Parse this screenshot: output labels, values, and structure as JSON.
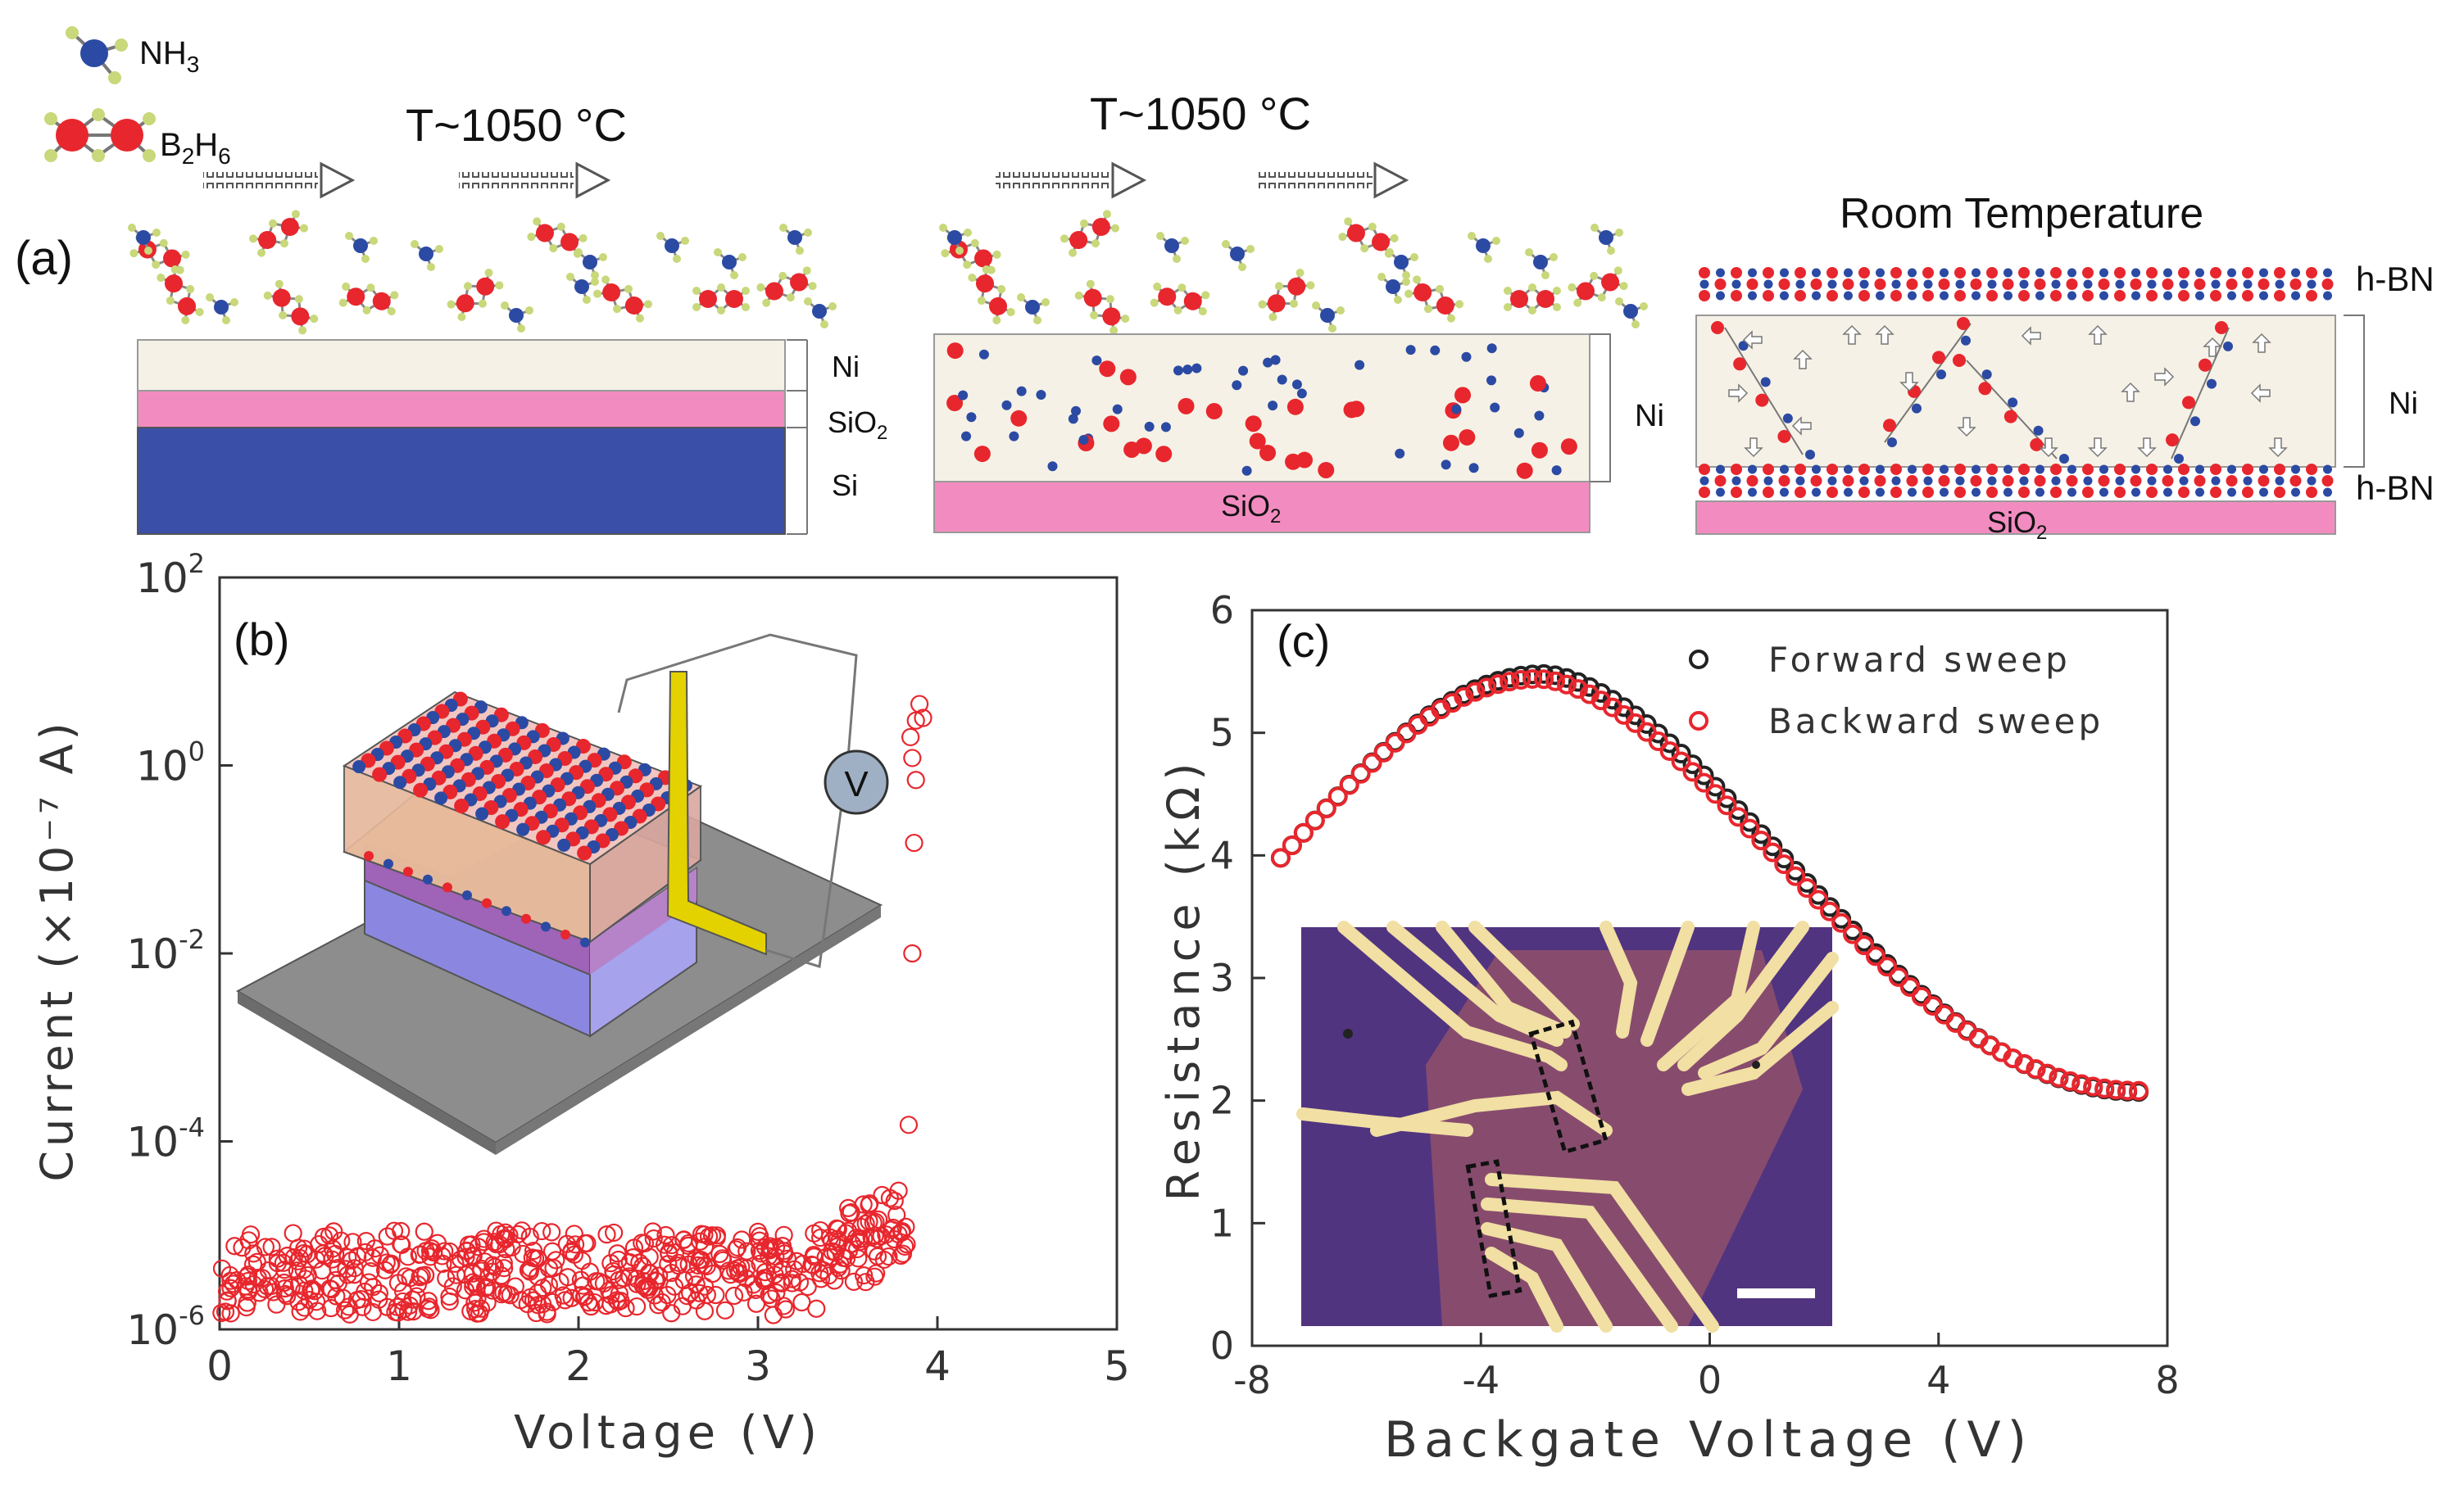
{
  "panel_a": {
    "label": "(a)",
    "legend": {
      "nh3_prefix": "NH",
      "nh3_sub": "3",
      "b2h6_prefix": "B",
      "b2h6_sub1": "2",
      "b2h6_mid": "H",
      "b2h6_sub2": "6"
    },
    "stage1": {
      "temp": "T~1050 °C",
      "layers": {
        "ni": "Ni",
        "sio2_prefix": "SiO",
        "sio2_sub": "2",
        "si": "Si"
      }
    },
    "stage2": {
      "temp": "T~1050 °C",
      "ni": "Ni",
      "sio2_prefix": "SiO",
      "sio2_sub": "2"
    },
    "stage3": {
      "title": "Room Temperature",
      "hbn_top": "h-BN",
      "hbn_bottom": "h-BN",
      "ni": "Ni",
      "sio2_prefix": "SiO",
      "sio2_sub": "2"
    },
    "colors": {
      "boron": "#e8262d",
      "nitrogen": "#2b4aa3",
      "hydrogen": "#c8d87a",
      "ni": "#f6f1e6",
      "sio2": "#f28cc0",
      "si": "#3a4fa8"
    }
  },
  "panel_b": {
    "label": "(b)",
    "meter": "V",
    "chart_data": {
      "type": "scatter",
      "xlabel": "Voltage (V)",
      "ylabel": "Current (×10⁻⁷ A)",
      "y_scale": "log",
      "xlim": [
        0,
        5
      ],
      "ylim": [
        1e-06,
        100
      ],
      "x_ticks": [
        "0",
        "1",
        "2",
        "3",
        "4",
        "5"
      ],
      "y_ticks": [
        {
          "base": "10",
          "exp": "2"
        },
        {
          "base": "10",
          "exp": "0"
        },
        {
          "base": "10",
          "exp": "-2"
        },
        {
          "base": "10",
          "exp": "-4"
        },
        {
          "base": "10",
          "exp": "-6"
        }
      ],
      "marker_color": "#e8262d",
      "spike_points": [
        {
          "x": 3.84,
          "y": 0.00015
        },
        {
          "x": 3.86,
          "y": 0.01
        },
        {
          "x": 3.87,
          "y": 0.15
        },
        {
          "x": 3.88,
          "y": 0.7
        },
        {
          "x": 3.85,
          "y": 2
        },
        {
          "x": 3.88,
          "y": 3
        },
        {
          "x": 3.9,
          "y": 4.5
        },
        {
          "x": 3.92,
          "y": 3.2
        },
        {
          "x": 3.86,
          "y": 1.2
        }
      ]
    }
  },
  "panel_c": {
    "label": "(c)",
    "chart_data": {
      "type": "scatter",
      "xlabel": "Backgate Voltage (V)",
      "ylabel": "Resistance (kΩ)",
      "xlim": [
        -8,
        8
      ],
      "ylim": [
        0,
        6
      ],
      "x_ticks": [
        "-8",
        "-4",
        "0",
        "4",
        "8"
      ],
      "y_ticks": [
        "0",
        "1",
        "2",
        "3",
        "4",
        "5",
        "6"
      ],
      "series": [
        {
          "name": "Forward sweep",
          "color": "#222222",
          "peak_x": -2.9,
          "peak_y": 5.48,
          "start": [
            -7.5,
            3.98
          ],
          "end": [
            7.5,
            2.07
          ]
        },
        {
          "name": "Backward sweep",
          "color": "#e8262d",
          "peak_x": -3.0,
          "peak_y": 5.44,
          "start": [
            -7.5,
            3.98
          ],
          "end": [
            7.5,
            2.08
          ]
        }
      ]
    }
  }
}
